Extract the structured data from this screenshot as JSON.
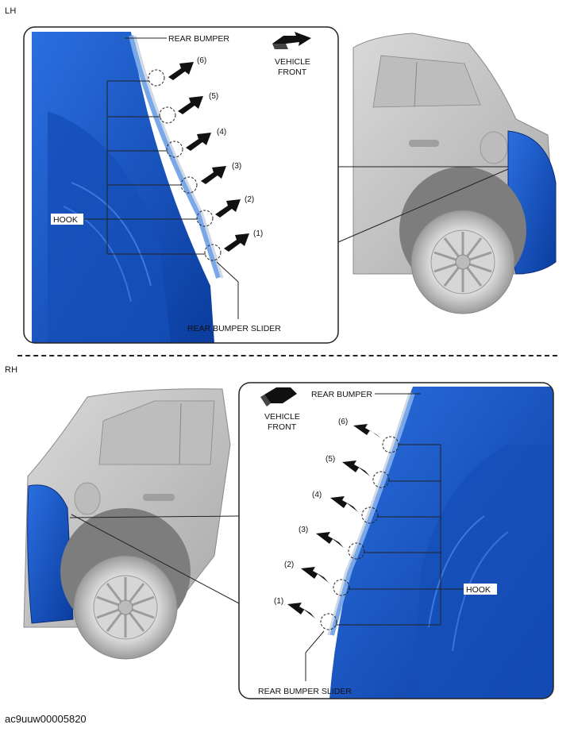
{
  "sections": {
    "lh": {
      "label": "LH"
    },
    "rh": {
      "label": "RH"
    }
  },
  "labels": {
    "rear_bumper": "REAR BUMPER",
    "vehicle_front_line1": "VEHICLE",
    "vehicle_front_line2": "FRONT",
    "hook": "HOOK",
    "rear_bumper_slider": "REAR BUMPER SLIDER"
  },
  "steps": [
    "(1)",
    "(2)",
    "(3)",
    "(4)",
    "(5)",
    "(6)"
  ],
  "colors": {
    "panel_blue": "#1f5fd0",
    "panel_blue_dark": "#0d3fa6",
    "car_gray": "#c9c9c9",
    "arrow": "#111111"
  },
  "figure_code": "ac9uuw00005820"
}
